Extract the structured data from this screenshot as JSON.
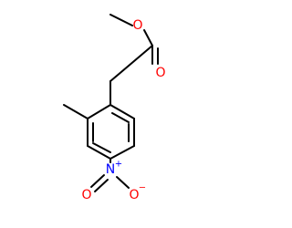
{
  "molecule": {
    "atoms": {
      "ester_o": "O",
      "carbonyl_o": "O",
      "nitro_n": "N",
      "nitro_o_left": "O",
      "nitro_o_right": "O"
    },
    "charges": {
      "nitro_n": "+",
      "nitro_o_right": "−"
    },
    "colors": {
      "bond": "#000000",
      "oxygen": "#ff0000",
      "nitrogen": "#0000ff"
    }
  }
}
